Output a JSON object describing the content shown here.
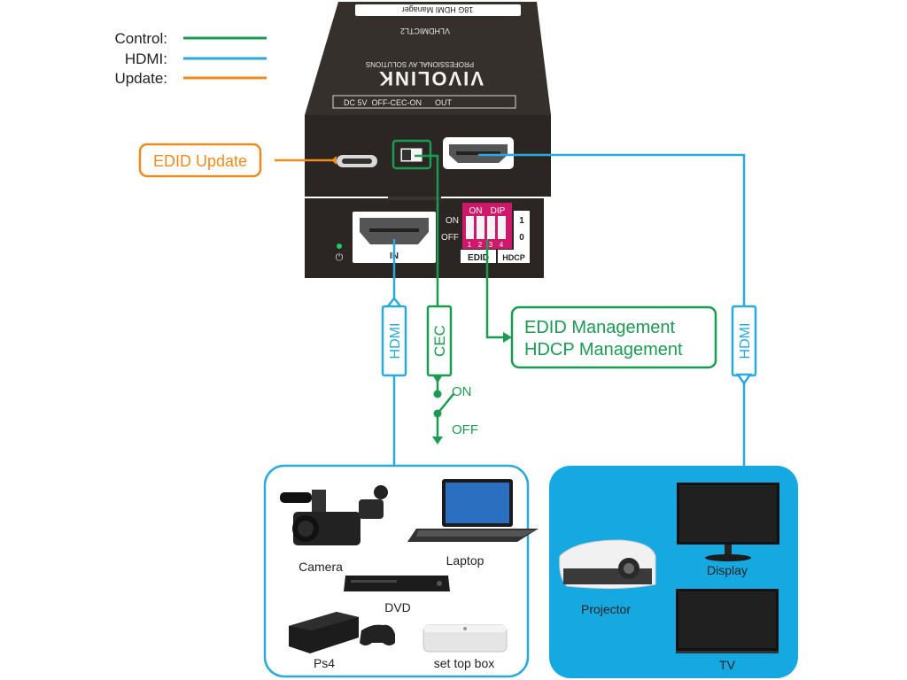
{
  "legend": {
    "control_label": "Control:",
    "hdmi_label": "HDMI:",
    "update_label": "Update:"
  },
  "colors": {
    "control": "#1a9b52",
    "hdmi": "#2aa9de",
    "update": "#f08a1c",
    "device_body": "#2f2a28",
    "dip_switch": "#d0186b",
    "display_panel": "#16a8e0"
  },
  "device": {
    "model_label": "18G HDMI Manager",
    "brand": "VIVOLINK",
    "brand_tagline": "PROFESSIONAL AV SOLUTIONS",
    "model_code": "VLHDMICTL2",
    "top_port_labels": "DC 5V  OFF-CEC-ON      OUT",
    "in_label": "IN",
    "dip_on_label": "ON",
    "dip_off_label": "OFF",
    "dip_header_on": "ON",
    "dip_header_dip": "DIP",
    "dip_numbers": [
      "1",
      "2",
      "3",
      "4"
    ],
    "dip_value_1": "1",
    "dip_value_0": "0",
    "edid_label": "EDID",
    "hdcp_label": "HDCP"
  },
  "callouts": {
    "edid_update": "EDID Update",
    "edid_management": "EDID Management",
    "hdcp_management": "HDCP Management",
    "hdmi_in_tag": "HDMI",
    "cec_tag": "CEC",
    "hdmi_out_tag": "HDMI",
    "cec_on": "ON",
    "cec_off": "OFF"
  },
  "sources": {
    "camera": "Camera",
    "laptop": "Laptop",
    "dvd": "DVD",
    "ps4": "Ps4",
    "set_top_box": "set top box"
  },
  "displays": {
    "projector": "Projector",
    "display": "Display",
    "tv": "TV"
  }
}
